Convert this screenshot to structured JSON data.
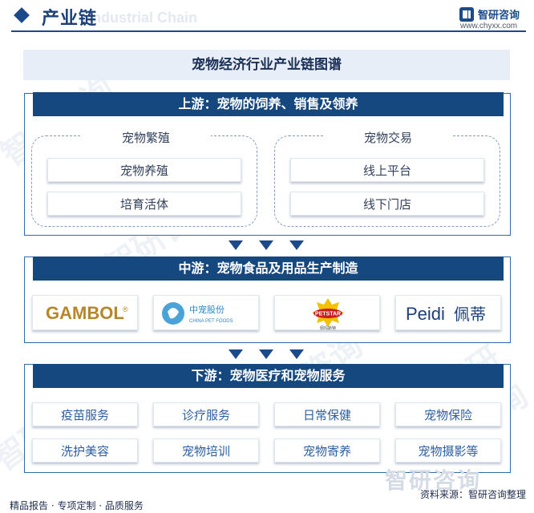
{
  "header": {
    "title": "产业链",
    "ghost_text": "Industrial Chain",
    "brand_name": "智研咨询",
    "brand_url": "www.chyxx.com"
  },
  "main_title": "宠物经济行业产业链图谱",
  "upstream": {
    "title": "上游：宠物的饲养、销售及领养",
    "groups": [
      {
        "label": "宠物繁殖",
        "items": [
          "宠物养殖",
          "培育活体"
        ]
      },
      {
        "label": "宠物交易",
        "items": [
          "线上平台",
          "线下门店"
        ]
      }
    ]
  },
  "midstream": {
    "title": "中游：宠物食品及用品生产制造",
    "brands": [
      {
        "text": "GAMBOL",
        "mark": "®",
        "color": "#b8862a"
      },
      {
        "text": "中宠股份",
        "subtext": "CHINA PET FOODS",
        "color": "#2f87c4"
      },
      {
        "text": "PETSTAR",
        "subtext": "佩玛斯特",
        "color": "#c81e1e"
      },
      {
        "text": "Peidi",
        "subtext": "佩蒂",
        "color": "#1c3f7a"
      }
    ]
  },
  "downstream": {
    "title": "下游：宠物医疗和宠物服务",
    "items": [
      "疫苗服务",
      "诊疗服务",
      "日常保健",
      "宠物保险",
      "洗护美容",
      "宠物培训",
      "宠物寄养",
      "宠物摄影等"
    ]
  },
  "footer": {
    "left": "精品报告 · 专项定制 · 品质服务",
    "source": "资料来源：智研咨询整理",
    "watermark": "智研咨询"
  },
  "colors": {
    "band": "#15487f",
    "border": "#2f6bb0",
    "accent": "#1b4a8a"
  }
}
